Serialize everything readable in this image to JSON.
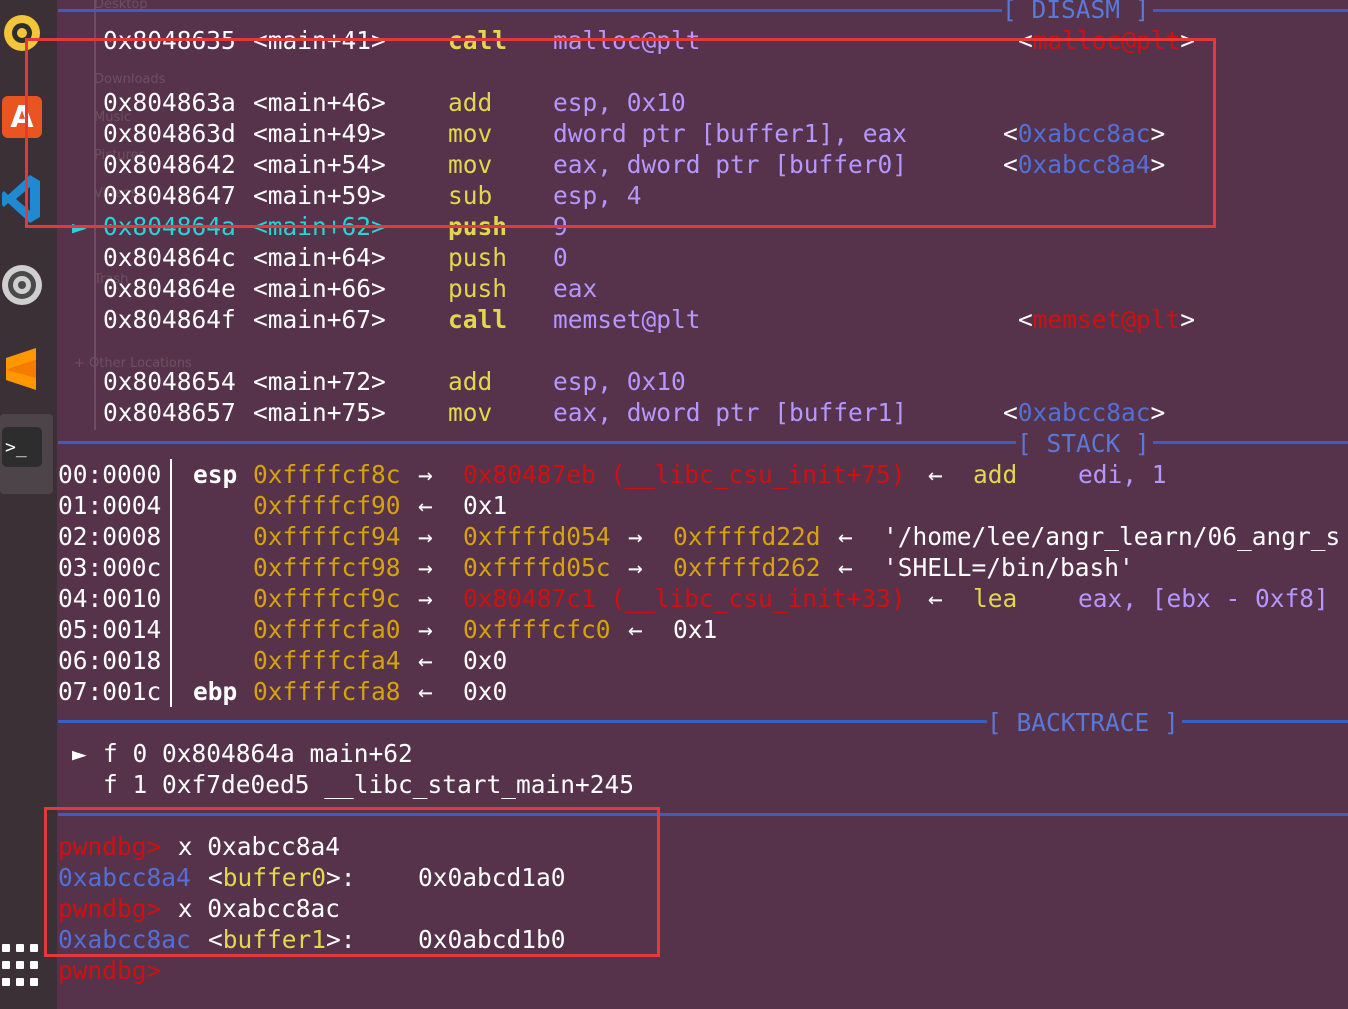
{
  "dock": {
    "items": [
      "rhythmbox-icon",
      "software-center-icon",
      "vscode-icon",
      "settings-icon",
      "sublime-text-icon",
      "terminal-icon"
    ],
    "software_label": "A",
    "terminal_label": "_"
  },
  "sidebar_ghost": {
    "items": [
      "Desktop",
      "Downloads",
      "Music",
      "Pictures",
      "Videos",
      "Trash",
      "Other Locations"
    ],
    "other_locations": "+ Other Locations"
  },
  "disasm": {
    "title": "DISASM",
    "rows": [
      {
        "addr": "0x8048635",
        "sym": "<main+41>",
        "op": "call",
        "args": "malloc@plt",
        "ref": "malloc@plt"
      },
      {
        "addr": "0x804863a",
        "sym": "<main+46>",
        "op": "add",
        "args": "esp, 0x10",
        "ref": ""
      },
      {
        "addr": "0x804863d",
        "sym": "<main+49>",
        "op": "mov",
        "args": "dword ptr [buffer1], eax",
        "ref": "0xabcc8ac"
      },
      {
        "addr": "0x8048642",
        "sym": "<main+54>",
        "op": "mov",
        "args": "eax, dword ptr [buffer0]",
        "ref": "0xabcc8a4"
      },
      {
        "addr": "0x8048647",
        "sym": "<main+59>",
        "op": "sub",
        "args": "esp, 4",
        "ref": ""
      },
      {
        "addr": "0x804864a",
        "sym": "<main+62>",
        "op": "push",
        "args": "9",
        "ref": "",
        "current": true
      },
      {
        "addr": "0x804864c",
        "sym": "<main+64>",
        "op": "push",
        "args": "0",
        "ref": ""
      },
      {
        "addr": "0x804864e",
        "sym": "<main+66>",
        "op": "push",
        "args": "eax",
        "ref": ""
      },
      {
        "addr": "0x804864f",
        "sym": "<main+67>",
        "op": "call",
        "args": "memset@plt",
        "ref": "memset@plt"
      },
      {
        "addr": "0x8048654",
        "sym": "<main+72>",
        "op": "add",
        "args": "esp, 0x10",
        "ref": ""
      },
      {
        "addr": "0x8048657",
        "sym": "<main+75>",
        "op": "mov",
        "args": "eax, dword ptr [buffer1]",
        "ref": "0xabcc8ac"
      }
    ],
    "current_marker": "►"
  },
  "stack": {
    "title": "STACK",
    "rows": [
      {
        "idx": "00:0000",
        "reg": "esp",
        "addr": "0xffffcf8c",
        "arrow": "→",
        "v1": "0x80487eb (__libc_csu_init+75)",
        "arrow2": "←",
        "v2": "add",
        "v3": "edi, 1"
      },
      {
        "idx": "01:0004",
        "reg": "",
        "addr": "0xffffcf90",
        "arrow": "←",
        "v1": "0x1"
      },
      {
        "idx": "02:0008",
        "reg": "",
        "addr": "0xffffcf94",
        "arrow": "→",
        "v1": "0xffffd054",
        "arrow2": "→",
        "v2": "0xffffd22d",
        "arrow3": "←",
        "v3": "'/home/lee/angr_learn/06_angr_s"
      },
      {
        "idx": "03:000c",
        "reg": "",
        "addr": "0xffffcf98",
        "arrow": "→",
        "v1": "0xffffd05c",
        "arrow2": "→",
        "v2": "0xffffd262",
        "arrow3": "←",
        "v3": "'SHELL=/bin/bash'"
      },
      {
        "idx": "04:0010",
        "reg": "",
        "addr": "0xffffcf9c",
        "arrow": "→",
        "v1": "0x80487c1 (__libc_csu_init+33)",
        "arrow2": "←",
        "v2": "lea",
        "v3": "eax, [ebx - 0xf8]"
      },
      {
        "idx": "05:0014",
        "reg": "",
        "addr": "0xffffcfa0",
        "arrow": "→",
        "v1": "0xffffcfc0",
        "arrow2": "←",
        "v2": "0x1"
      },
      {
        "idx": "06:0018",
        "reg": "",
        "addr": "0xffffcfa4",
        "arrow": "←",
        "v1": "0x0"
      },
      {
        "idx": "07:001c",
        "reg": "ebp",
        "addr": "0xffffcfa8",
        "arrow": "←",
        "v1": "0x0"
      }
    ]
  },
  "backtrace": {
    "title": "BACKTRACE",
    "frames": [
      {
        "marker": "►",
        "text": "f 0 0x804864a main+62"
      },
      {
        "marker": "",
        "text": "f 1 0xf7de0ed5 __libc_start_main+245"
      }
    ]
  },
  "console": {
    "prompt": "pwndbg>",
    "lines": [
      {
        "type": "cmd",
        "text": " x 0xabcc8a4"
      },
      {
        "type": "out",
        "addr": "0xabcc8a4",
        "sym": "buffer0",
        "val": "0x0abcd1a0"
      },
      {
        "type": "cmd",
        "text": " x 0xabcc8ac"
      },
      {
        "type": "out",
        "addr": "0xabcc8ac",
        "sym": "buffer1",
        "val": "0x0abcd1b0"
      },
      {
        "type": "prompt"
      }
    ]
  },
  "colors": {
    "background": "#56334a",
    "highlight_box": "#e23a3a",
    "separator": "#3c5fbf"
  }
}
